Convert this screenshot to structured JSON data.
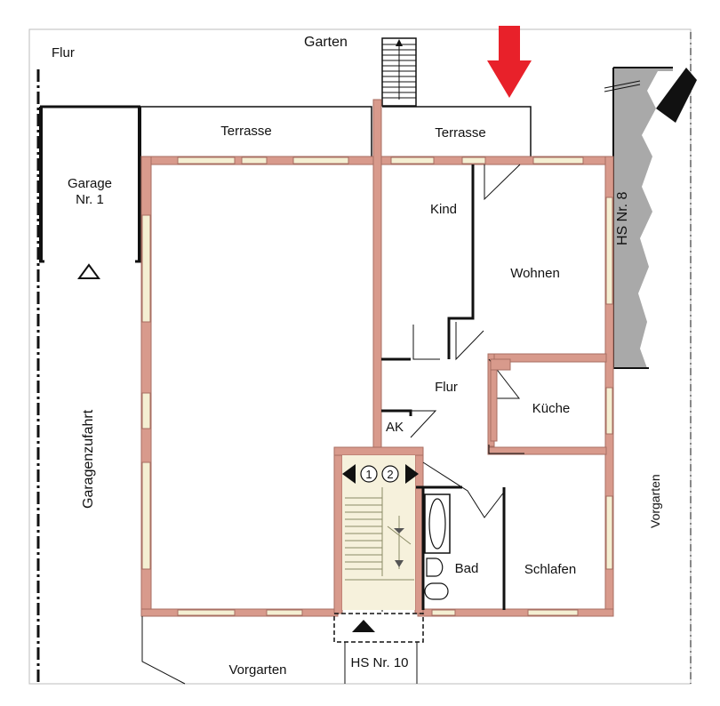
{
  "labels": {
    "flur_top": "Flur",
    "garten": "Garten",
    "terrasse_left": "Terrasse",
    "terrasse_right": "Terrasse",
    "garage_line1": "Garage",
    "garage_line2": "Nr. 1",
    "kind": "Kind",
    "wohnen": "Wohnen",
    "flur": "Flur",
    "kueche": "Küche",
    "ak": "AK",
    "bad": "Bad",
    "schlafen": "Schlafen",
    "vorgarten_bottom": "Vorgarten",
    "vorgarten_right": "Vorgarten",
    "hs_nr_8": "HS Nr. 8",
    "hs_nr_10": "HS Nr. 10",
    "garagenzufahrt": "Garagenzufahrt",
    "stair_marker_1": "1",
    "stair_marker_2": "2"
  },
  "colors": {
    "wall": "#d89a8c",
    "wall_edge": "#a86e62",
    "neighbor": "#a9a9a9",
    "highlight_arrow": "#e8212a",
    "window": "#f4efd2"
  }
}
